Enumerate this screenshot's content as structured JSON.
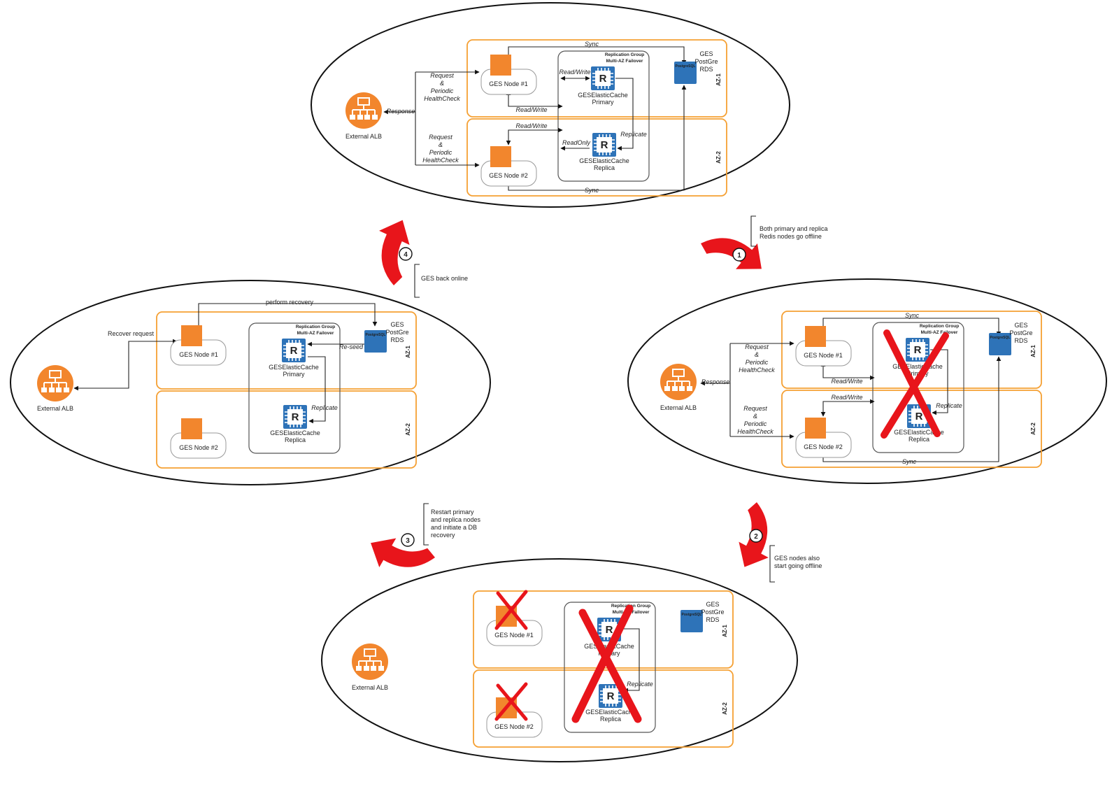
{
  "colors": {
    "orange": "#F2862D",
    "aws_blue": "#2E73B8",
    "red": "#E8151B",
    "az_border": "#F5A033"
  },
  "icons": {
    "alb": "load-balancer-icon",
    "node": "orange-square-instance-icon",
    "cache": "elasticache-redis-chip-icon",
    "db": "postgresql-rds-icon",
    "fail": "red-x-icon",
    "step": "red-curved-arrow-icon"
  },
  "common": {
    "alb": "External ALB",
    "node1": "GES Node #1",
    "node2": "GES Node #2",
    "rg1": "Replication Group",
    "rg2": "Multi-AZ Failover",
    "cache_title": "GESElasticCache",
    "primary": "Primary",
    "replica": "Replica",
    "redis_letter": "R",
    "postgres_icon": "PostgreSQL",
    "db1": "GES",
    "db2": "PostGre",
    "db3": "RDS",
    "az1": "AZ-1",
    "az2": "AZ-2"
  },
  "flow": {
    "sync": "Sync",
    "rw": "Read/Write",
    "ro": "ReadOnly",
    "replicate": "Replicate",
    "response": "Response",
    "req1": "Request",
    "req2": "&",
    "req3": "Periodic",
    "req4": "HealthCheck",
    "recover": "Recover request",
    "perform": "perform recovery",
    "reseed": "Re-seed"
  },
  "steps": [
    {
      "num": "1",
      "note1": "Both primary and replica",
      "note2": "Redis nodes go offline"
    },
    {
      "num": "2",
      "note1": "GES nodes also",
      "note2": "start going offline"
    },
    {
      "num": "3",
      "note1": "Restart primary",
      "note2": "and replica nodes",
      "note3": "and initiate a DB",
      "note4": "recovery"
    },
    {
      "num": "4",
      "note1": "GES back online"
    }
  ]
}
